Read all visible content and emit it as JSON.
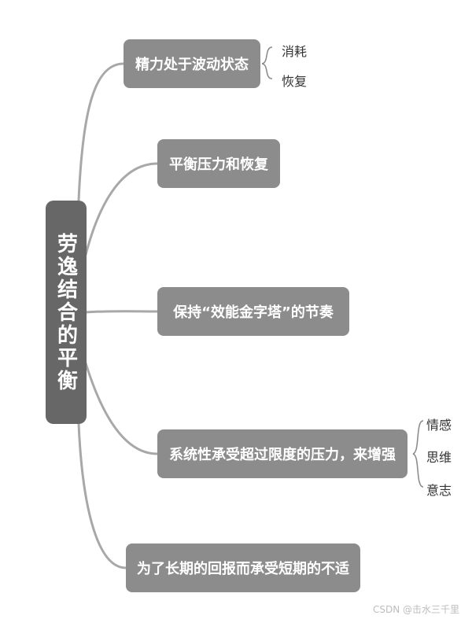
{
  "root": {
    "label": "劳逸结合的平衡"
  },
  "branches": [
    {
      "label": "精力处于波动状态",
      "children": [
        "消耗",
        "恢复"
      ]
    },
    {
      "label": "平衡压力和恢复",
      "children": []
    },
    {
      "label": "保持“效能金字塔”的节奏",
      "children": []
    },
    {
      "label": "系统性承受超过限度的压力，来增强",
      "children": [
        "情感",
        "思维",
        "意志"
      ]
    },
    {
      "label": "为了长期的回报而承受短期的不适",
      "children": []
    }
  ],
  "watermark": "CSDN @击水三千里",
  "colors": {
    "root": "#676767",
    "branch": "#8c8c8c",
    "line": "#a8a8a8",
    "text": "#ffffff"
  }
}
